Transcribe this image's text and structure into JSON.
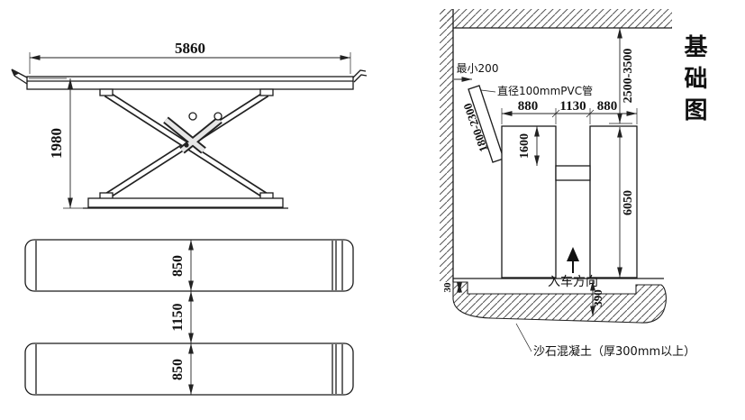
{
  "side_view": {
    "width_dim": "5860",
    "height_dim": "1980"
  },
  "plan_view": {
    "top_platform_dim": "850",
    "gap_dim": "1150",
    "bottom_platform_dim": "850"
  },
  "foundation": {
    "title": "基础图",
    "min_clearance": "最小200",
    "pvc_pipe_label": "直径100mmPVC管",
    "pipe_length_range": "1800-2300",
    "pit_width_left": "880",
    "pit_gap": "1130",
    "pit_width_right": "880",
    "crossbeam_offset": "1600",
    "wall_distance_range": "2500-3500",
    "pit_length": "6050",
    "entry_direction": "入车方向",
    "slab_thickness": "390",
    "step_height": "30",
    "concrete_note": "沙石混凝土（厚300mm以上）"
  }
}
